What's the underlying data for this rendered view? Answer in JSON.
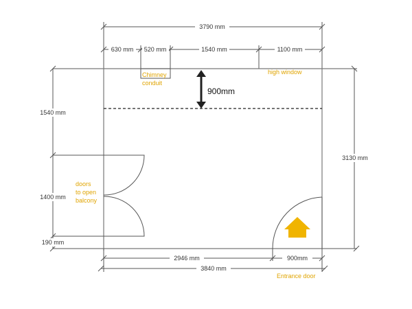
{
  "colors": {
    "line": "#555555",
    "accent": "#e0a400",
    "arrow": "#222222"
  },
  "dimensions": {
    "top_total": "3790 mm",
    "top_seg1": "630 mm",
    "top_seg2": "520 mm",
    "top_seg3": "1540 mm",
    "top_seg4": "1100 mm",
    "left_top": "1540 mm",
    "left_mid": "1400 mm",
    "left_bottom": "190 mm",
    "right_height": "3130 mm",
    "bottom_seg1": "2946 mm",
    "bottom_seg2": "900mm",
    "bottom_total": "3840 mm",
    "clearance": "900mm"
  },
  "labels": {
    "chimney_line1": "Chimney",
    "chimney_line2": "conduit",
    "high_window": "high window",
    "balcony_line1": "doors",
    "balcony_line2": "to open",
    "balcony_line3": "balcony",
    "entrance": "Entrance door"
  },
  "icons": {
    "clearance_arrow": "double-arrow-vertical-icon",
    "entrance_arrow": "arrow-up-icon"
  }
}
